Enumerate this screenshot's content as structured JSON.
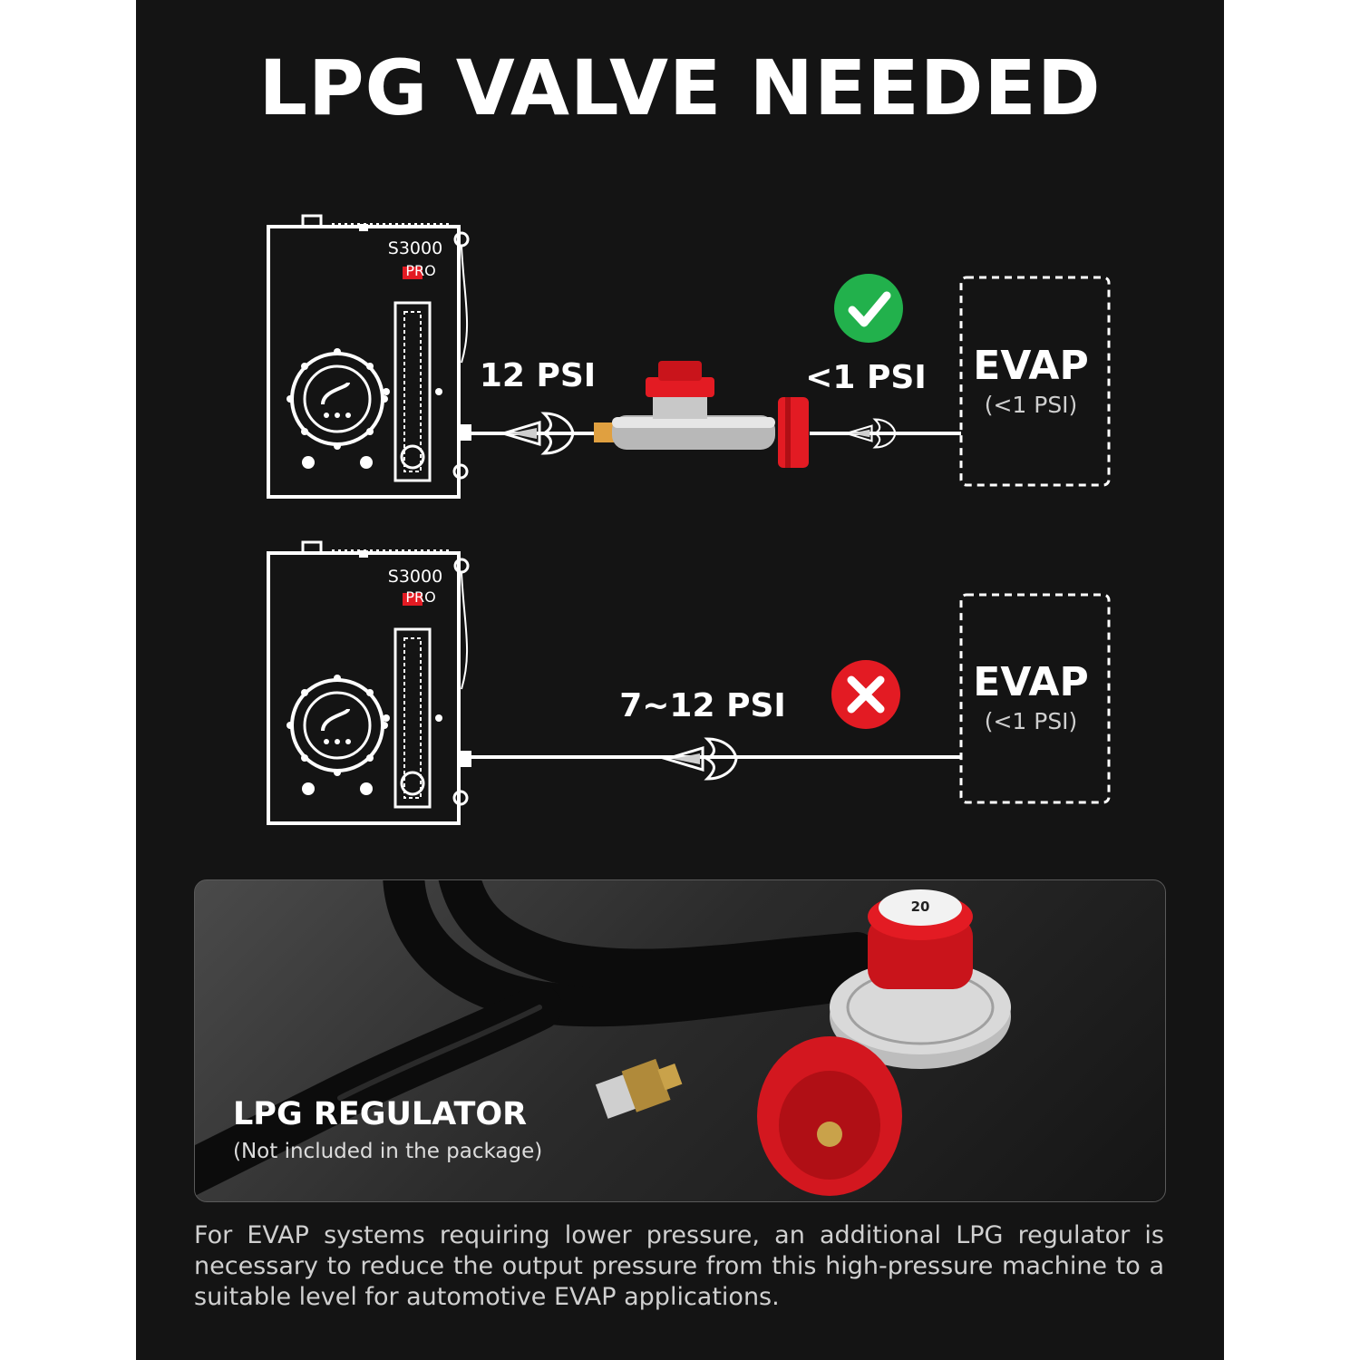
{
  "title": "LPG VALVE NEEDED",
  "colors": {
    "background": "#141414",
    "accent_red": "#e31b23",
    "check_green": "#22b14c",
    "text": "#ffffff"
  },
  "top_diagram": {
    "machine": {
      "model": "S3000",
      "badge": "PRO"
    },
    "machine_pressure": "12 PSI",
    "regulated_pressure": "<1 PSI",
    "status_icon": "check-icon",
    "target": {
      "name": "EVAP",
      "spec": "(<1 PSI)"
    }
  },
  "bottom_diagram": {
    "machine": {
      "model": "S3000",
      "badge": "PRO"
    },
    "line_pressure": "7~12 PSI",
    "status_icon": "cross-icon",
    "target": {
      "name": "EVAP",
      "spec": "(<1 PSI)"
    }
  },
  "product": {
    "name": "LPG REGULATOR",
    "note": "(Not included in the package)",
    "dial_value": "20"
  },
  "description": "For EVAP systems requiring lower pressure, an additional LPG regulator is necessary to reduce the output pressure from this high-pressure machine to a suitable level for automotive EVAP applications."
}
